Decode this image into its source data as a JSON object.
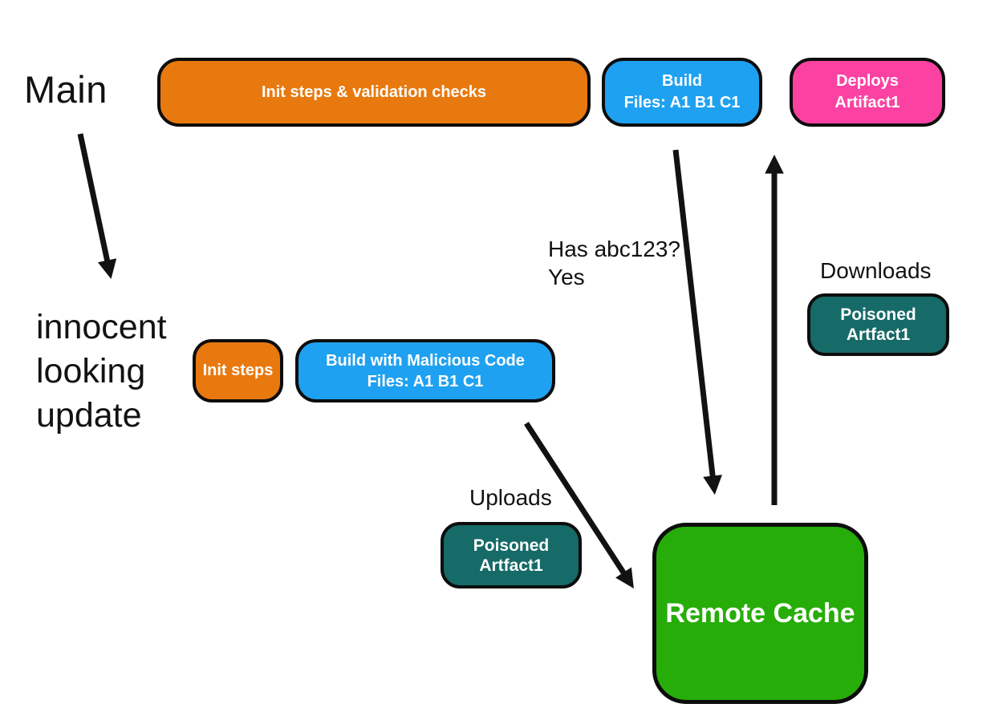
{
  "title": "Build cache poisoning flow diagram",
  "colors": {
    "background": "#FFFFFF",
    "orange": "#E8790F",
    "blue": "#1FA1F1",
    "pink": "#FB42A2",
    "teal": "#166A67",
    "green": "#27AD09",
    "outline": "#0D0D0D",
    "line": "#121212",
    "text": "#121212",
    "box_text": "#FFFFFF"
  },
  "branch_labels": {
    "main": "Main",
    "update": {
      "line1": "innocent",
      "line2": "looking",
      "line3": "update"
    }
  },
  "nodes": {
    "init_validation": {
      "label": "Init steps & validation checks"
    },
    "build": {
      "line1": "Build",
      "line2": "Files: A1 B1 C1"
    },
    "deploys": {
      "line1": "Deploys",
      "line2": "Artifact1"
    },
    "init_steps": {
      "label": "Init steps"
    },
    "build_malicious": {
      "line1": "Build with Malicious Code",
      "line2": "Files: A1 B1 C1"
    },
    "poisoned_download": {
      "line1": "Poisoned",
      "line2": "Artfact1"
    },
    "poisoned_upload": {
      "line1": "Poisoned",
      "line2": "Artfact1"
    },
    "remote_cache": {
      "label": "Remote Cache"
    }
  },
  "annotations": {
    "cache_query": {
      "line1": "Has abc123?",
      "line2": "Yes"
    },
    "downloads": "Downloads",
    "uploads": "Uploads"
  },
  "arrows": [
    {
      "name": "arrow-main-to-update",
      "from": "Main",
      "to": "innocent looking update"
    },
    {
      "name": "arrow-build-to-remote-cache",
      "from": "Build",
      "to": "Remote Cache",
      "label": "Has abc123? Yes"
    },
    {
      "name": "arrow-remote-cache-to-deploys",
      "from": "Remote Cache",
      "to": "Deploys Artifact1",
      "label": "Downloads"
    },
    {
      "name": "arrow-build-malicious-to-remote-cache",
      "from": "Build with Malicious Code",
      "to": "Remote Cache",
      "label": "Uploads"
    }
  ]
}
